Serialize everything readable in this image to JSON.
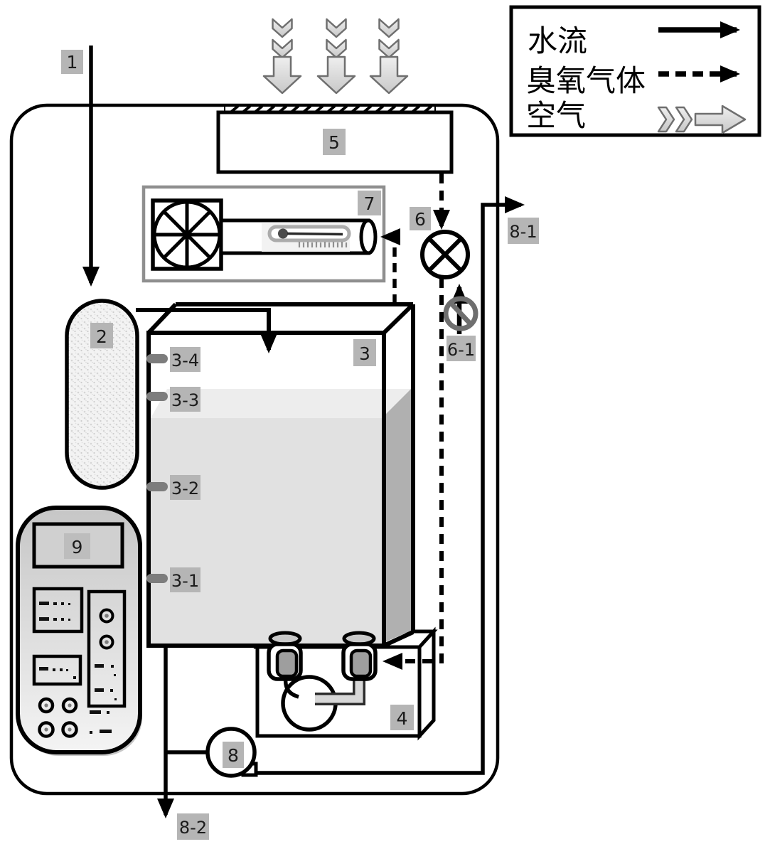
{
  "legend": {
    "items": [
      {
        "label": "水流",
        "line_style": "solid-arrow"
      },
      {
        "label": "臭氧气体",
        "line_style": "dashed-arrow"
      },
      {
        "label": "空气",
        "line_style": "chevron-block-arrow"
      }
    ]
  },
  "labels": {
    "n1": "1",
    "n2": "2",
    "n3": "3",
    "n3_1": "3-1",
    "n3_2": "3-2",
    "n3_3": "3-3",
    "n3_4": "3-4",
    "n4": "4",
    "n5": "5",
    "n6": "6",
    "n6_1": "6-1",
    "n7": "7",
    "n8": "8",
    "n8_1": "8-1",
    "n8_2": "8-2",
    "n9": "9"
  },
  "colors": {
    "line": "#000000",
    "badge_bg": "#b5b5b5",
    "water_fill": "#e1e1e1",
    "water_side": "#b0b0b0",
    "air_arrow_fill": "#d9d9d9",
    "prohibition_sign": "#6f6f6f",
    "panel_fill_top": "#c6c6c6",
    "panel_fill_bottom": "#f2f2f2"
  }
}
